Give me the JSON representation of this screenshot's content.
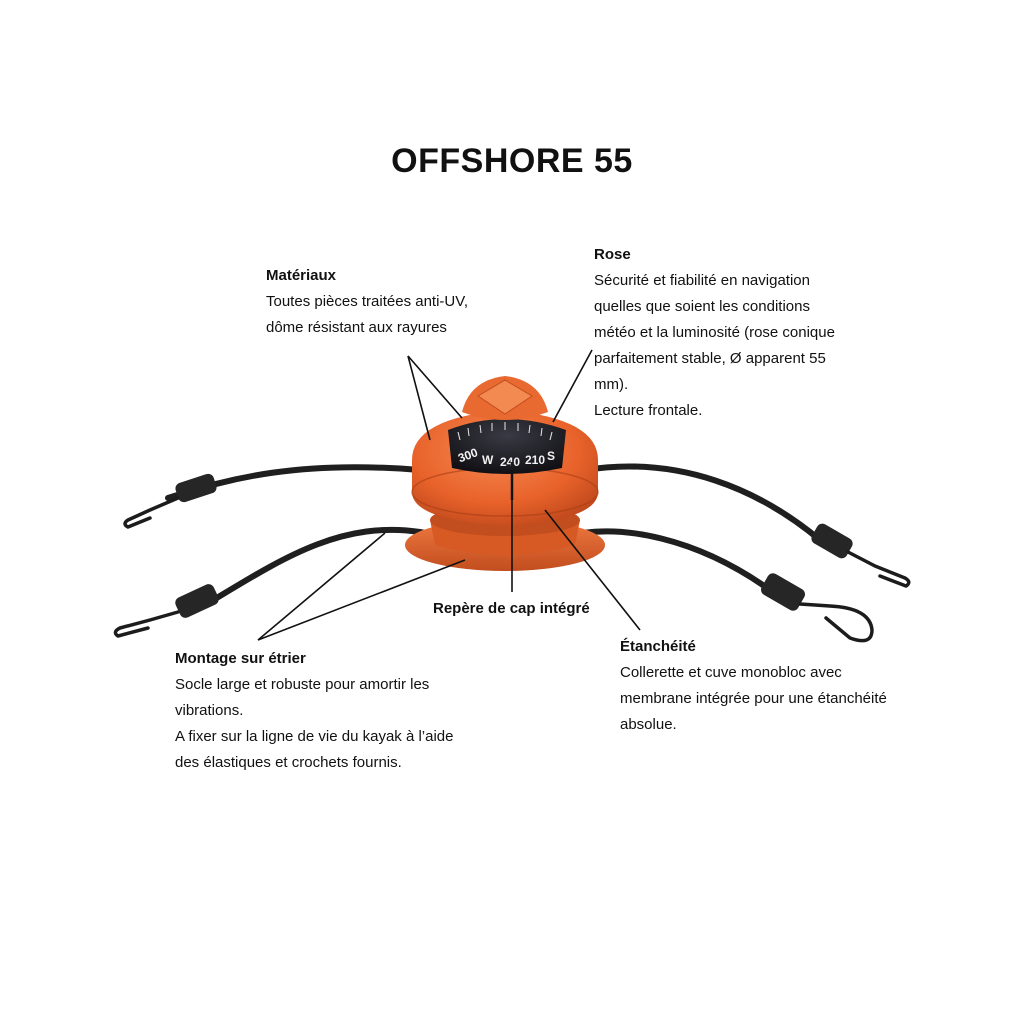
{
  "title": "OFFSHORE 55",
  "callouts": {
    "materiaux": {
      "heading": "Matériaux",
      "lines": [
        "Toutes pièces traitées anti-UV,",
        "dôme résistant aux rayures"
      ]
    },
    "rose": {
      "heading": "Rose",
      "lines": [
        "Sécurité et fiabilité en navigation",
        "quelles que soient les conditions",
        "météo et la luminosité (rose conique",
        "parfaitement stable, Ø apparent 55",
        "mm).",
        "Lecture frontale."
      ]
    },
    "repere": {
      "heading": "Repère de cap intégré"
    },
    "montage": {
      "heading": "Montage sur étrier",
      "lines": [
        "Socle large et robuste pour amortir les",
        "vibrations.",
        "A fixer sur la ligne de vie du kayak à l’aide",
        "des élastiques et crochets fournis."
      ]
    },
    "etancheite": {
      "heading": "Étanchéité",
      "lines": [
        "Collerette et cuve monobloc avec",
        "membrane intégrée pour une étanchéité",
        "absolue."
      ]
    }
  },
  "compass": {
    "card_markings": [
      "300",
      "W",
      "240",
      "210",
      "S"
    ],
    "colors": {
      "body": "#e8622a",
      "body_shadow": "#b8441a",
      "card": "#1a1a1e",
      "cord": "#1f1f1f"
    }
  }
}
